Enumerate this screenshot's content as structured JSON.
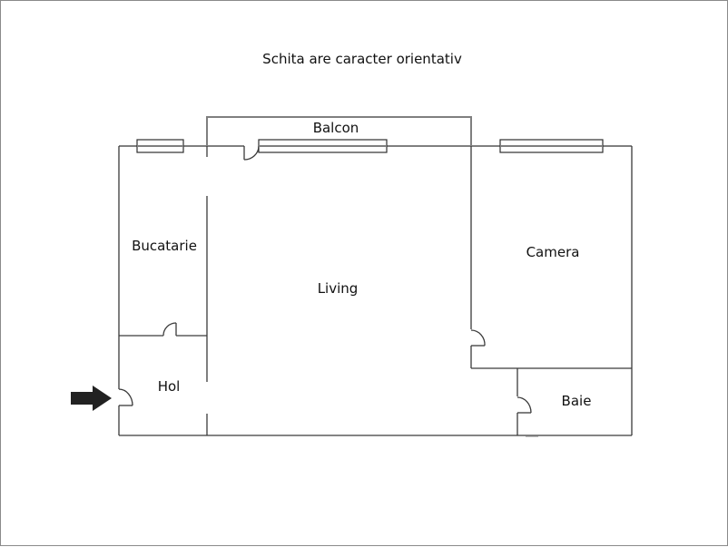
{
  "title": "Schita are caracter orientativ",
  "rooms": [
    {
      "id": "balcon",
      "label": "Balcon"
    },
    {
      "id": "bucatarie",
      "label": "Bucatarie"
    },
    {
      "id": "living",
      "label": "Living"
    },
    {
      "id": "camera",
      "label": "Camera"
    },
    {
      "id": "hol",
      "label": "Hol"
    },
    {
      "id": "baie",
      "label": "Baie"
    }
  ],
  "entrance": {
    "icon": "arrow-right-icon",
    "color": "#222222"
  },
  "colors": {
    "wall": "#3a3a3a",
    "exterior_wall": "#7f7f7f",
    "border": "#8a8a8a",
    "background": "#ffffff"
  }
}
